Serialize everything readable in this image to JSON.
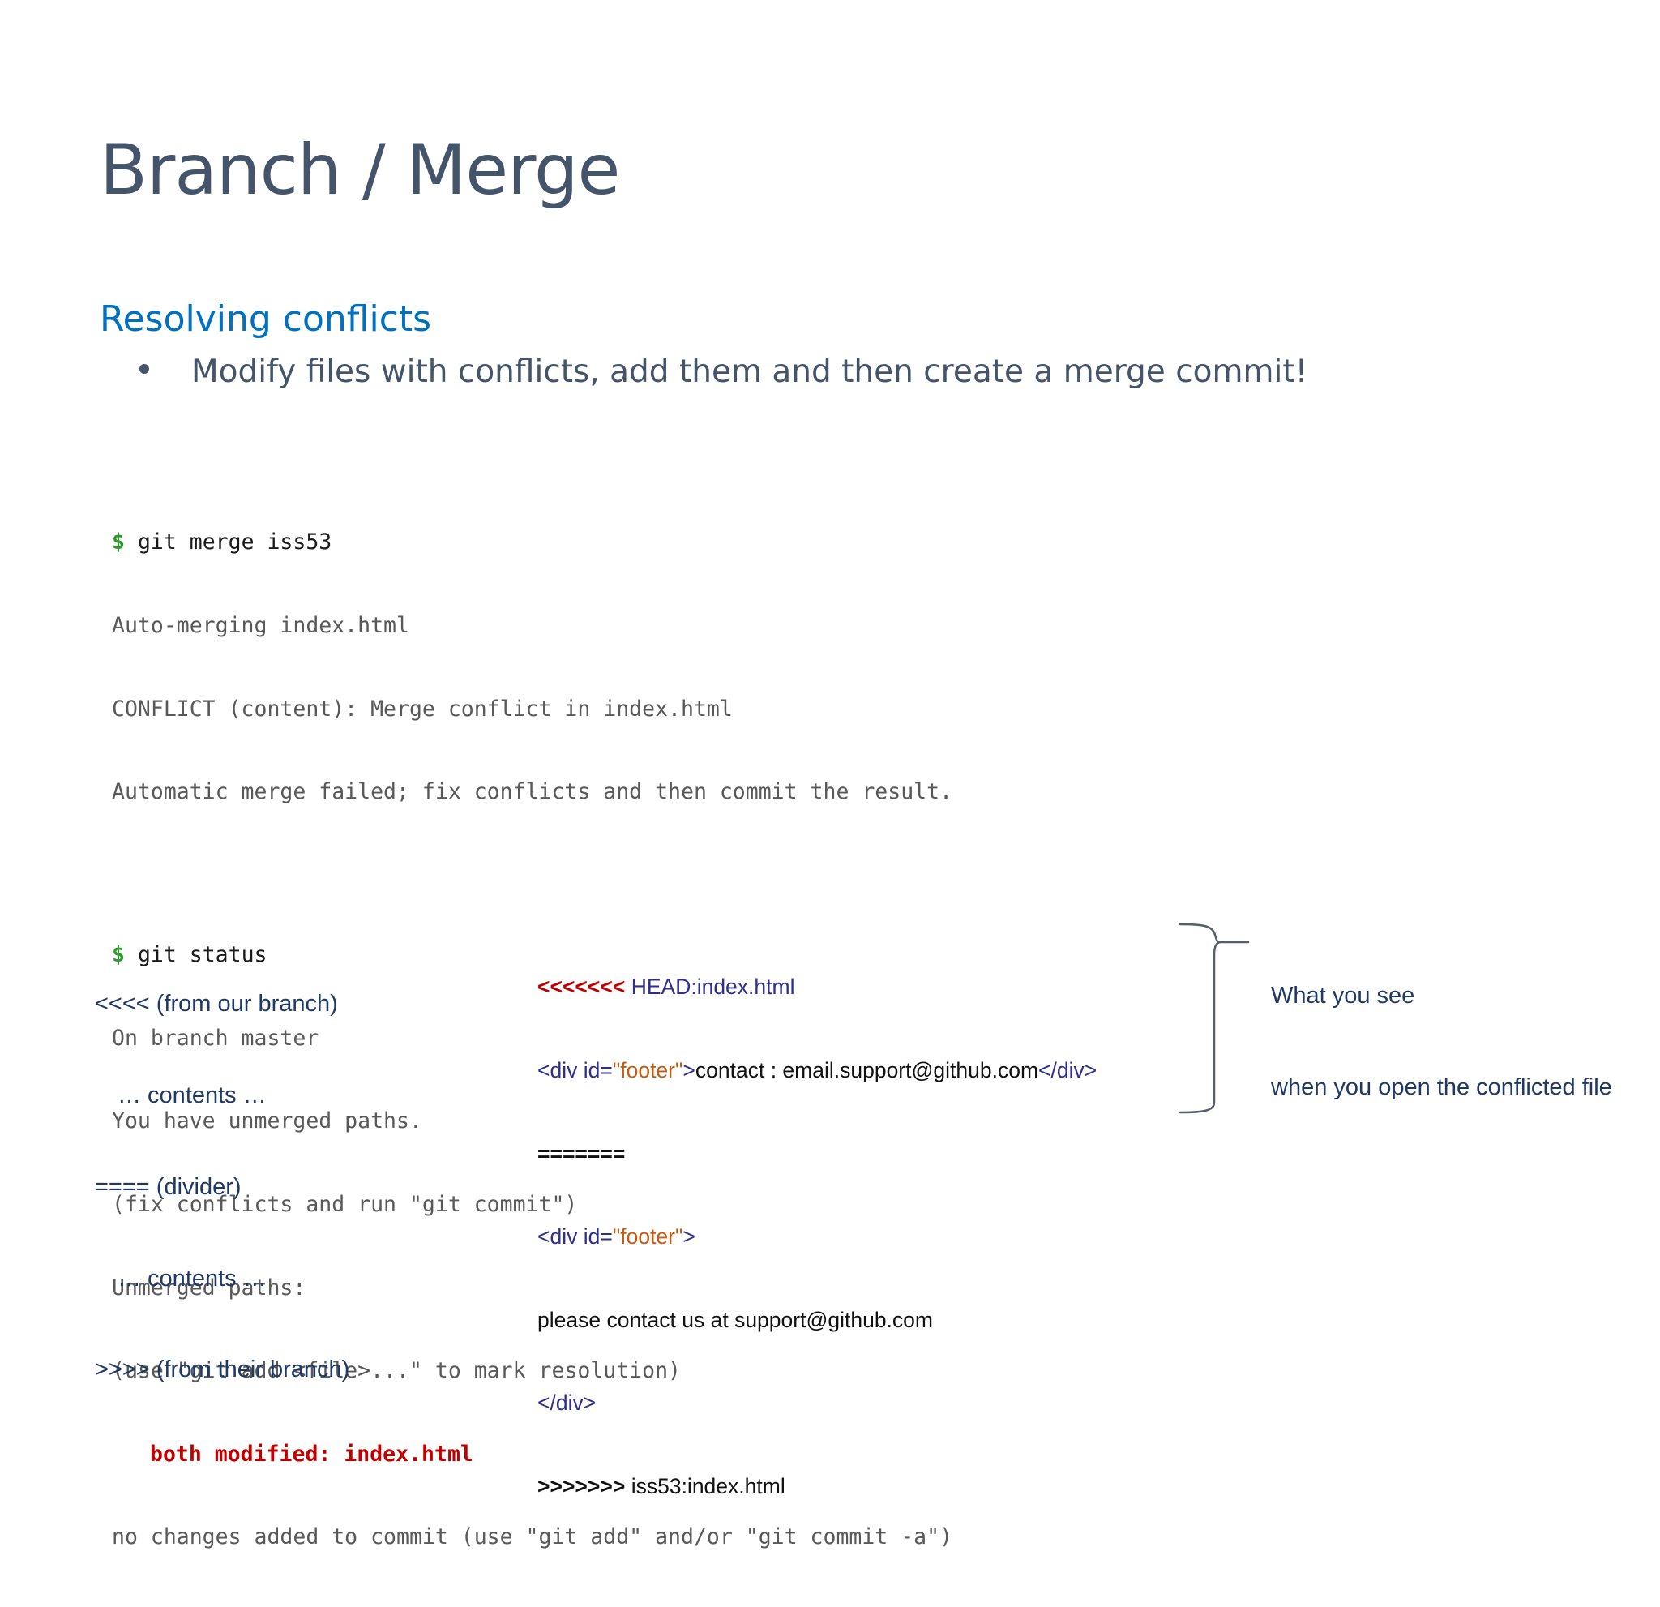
{
  "slide": {
    "title": "Branch / Merge",
    "subtitle": "Resolving conflicts",
    "bullet": "Modify files with conflicts, add them and then create a merge commit!"
  },
  "terminal": {
    "prompt": "$",
    "cmd1": "git merge iss53",
    "out1": [
      "Auto-merging index.html",
      "CONFLICT (content): Merge conflict in index.html",
      "Automatic merge failed; fix conflicts and then commit the result."
    ],
    "cmd2": "git status",
    "out2": [
      "On branch master",
      "You have unmerged paths.",
      "(fix conflicts and run \"git commit\")",
      "Unmerged paths:",
      "(use \"git add <file>...\" to mark resolution)"
    ],
    "both_modified": "both modified: index.html",
    "out3": "no changes added to commit (use \"git add\" and/or \"git commit -a\")"
  },
  "legend": [
    "<<<< (from our branch)",
    "… contents …",
    "==== (divider)",
    "… contents …",
    ">>>> (from their branch)"
  ],
  "conflict_file": {
    "head_marker": "<<<<<<<",
    "head_ref": " HEAD:index.html",
    "line2_open": "<div id=",
    "line2_attr": "\"footer\"",
    "line2_close": ">",
    "line2_text": "contact : email.support@github.com",
    "line2_end": "</div>",
    "divider": "=======",
    "line4_open": "<div id=",
    "line4_attr": "\"footer\"",
    "line4_close": ">",
    "line5": "please contact us at support@github.com",
    "line6": "</div>",
    "tail_marker": ">>>>>>>",
    "tail_ref": " iss53:index.html"
  },
  "note": {
    "line1": "What you see",
    "line2": "when you open the conflicted file"
  },
  "colors": {
    "title": "#44546a",
    "subtitle": "#0070c0",
    "prompt": "#2e9a2e",
    "conflict_red": "#c00000",
    "markup_blue": "#2e2e8f",
    "attr_orange": "#c55a11",
    "legend_navy": "#1f3864"
  }
}
